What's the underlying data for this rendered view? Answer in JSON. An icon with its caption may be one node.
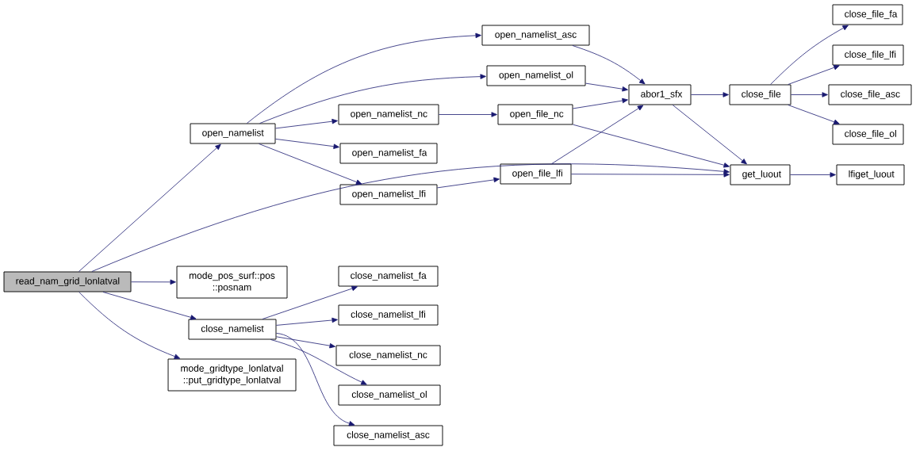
{
  "diagram": {
    "nodes": [
      {
        "text": [
          "read_nam_grid_lonlatval"
        ]
      },
      {
        "text": [
          "open_namelist"
        ]
      },
      {
        "text": [
          "open_namelist_asc"
        ]
      },
      {
        "text": [
          "open_namelist_ol"
        ]
      },
      {
        "text": [
          "open_namelist_nc"
        ]
      },
      {
        "text": [
          "open_namelist_fa"
        ]
      },
      {
        "text": [
          "open_namelist_lfi"
        ]
      },
      {
        "text": [
          "open_file_nc"
        ]
      },
      {
        "text": [
          "open_file_lfi"
        ]
      },
      {
        "text": [
          "abor1_sfx"
        ]
      },
      {
        "text": [
          "close_file"
        ]
      },
      {
        "text": [
          "close_file_fa"
        ]
      },
      {
        "text": [
          "close_file_lfi"
        ]
      },
      {
        "text": [
          "close_file_asc"
        ]
      },
      {
        "text": [
          "close_file_ol"
        ]
      },
      {
        "text": [
          "get_luout"
        ]
      },
      {
        "text": [
          "lfiget_luout"
        ]
      },
      {
        "text": [
          "mode_pos_surf::pos ::posnam"
        ]
      },
      {
        "text": [
          "close_namelist"
        ]
      },
      {
        "text": [
          "close_namelist_fa"
        ]
      },
      {
        "text": [
          "close_namelist_lfi"
        ]
      },
      {
        "text": [
          "close_namelist_nc"
        ]
      },
      {
        "text": [
          "close_namelist_ol"
        ]
      },
      {
        "text": [
          "close_namelist_asc"
        ]
      },
      {
        "text": [
          "mode_gridtype_lonlatval ::put_gridtype_lonlatval"
        ]
      }
    ],
    "edges": [
      {
        "from": 0,
        "to": 1,
        "arrow": "to"
      },
      {
        "from": 0,
        "to": 15,
        "arrow": "to"
      },
      {
        "from": 0,
        "to": 17,
        "arrow": "to"
      },
      {
        "from": 0,
        "to": 18,
        "arrow": "to"
      },
      {
        "from": 0,
        "to": 24,
        "arrow": "to"
      },
      {
        "from": 1,
        "to": 2,
        "arrow": "to"
      },
      {
        "from": 1,
        "to": 3,
        "arrow": "to"
      },
      {
        "from": 1,
        "to": 4,
        "arrow": "to"
      },
      {
        "from": 1,
        "to": 5,
        "arrow": "to"
      },
      {
        "from": 1,
        "to": 6,
        "arrow": "to"
      },
      {
        "from": 2,
        "to": 9,
        "arrow": "to"
      },
      {
        "from": 3,
        "to": 9,
        "arrow": "to"
      },
      {
        "from": 4,
        "to": 7,
        "arrow": "to"
      },
      {
        "from": 7,
        "to": 9,
        "arrow": "to"
      },
      {
        "from": 7,
        "to": 15,
        "arrow": "to"
      },
      {
        "from": 6,
        "to": 8,
        "arrow": "to"
      },
      {
        "from": 8,
        "to": 9,
        "arrow": "to"
      },
      {
        "from": 8,
        "to": 15,
        "arrow": "to"
      },
      {
        "from": 9,
        "to": 10,
        "arrow": "to"
      },
      {
        "from": 9,
        "to": 15,
        "arrow": "to"
      },
      {
        "from": 10,
        "to": 11,
        "arrow": "to"
      },
      {
        "from": 10,
        "to": 12,
        "arrow": "to"
      },
      {
        "from": 10,
        "to": 13,
        "arrow": "to"
      },
      {
        "from": 10,
        "to": 14,
        "arrow": "to"
      },
      {
        "from": 15,
        "to": 16,
        "arrow": "to"
      },
      {
        "from": 18,
        "to": 19,
        "arrow": "to"
      },
      {
        "from": 18,
        "to": 20,
        "arrow": "to"
      },
      {
        "from": 18,
        "to": 21,
        "arrow": "to"
      },
      {
        "from": 18,
        "to": 22,
        "arrow": "to"
      },
      {
        "from": 18,
        "to": 23,
        "arrow": "to"
      }
    ]
  }
}
